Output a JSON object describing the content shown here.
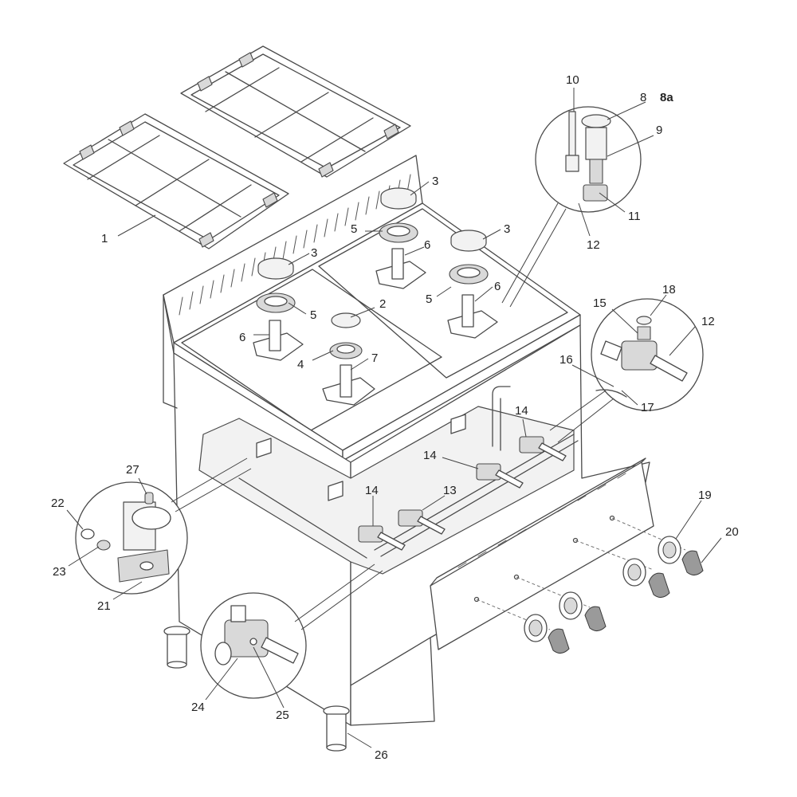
{
  "diagram": {
    "callouts": [
      {
        "id": "c1",
        "label": "1"
      },
      {
        "id": "c2",
        "label": "2"
      },
      {
        "id": "c3a",
        "label": "3"
      },
      {
        "id": "c3b",
        "label": "3"
      },
      {
        "id": "c3c",
        "label": "3"
      },
      {
        "id": "c4",
        "label": "4"
      },
      {
        "id": "c5a",
        "label": "5"
      },
      {
        "id": "c5b",
        "label": "5"
      },
      {
        "id": "c5c",
        "label": "5"
      },
      {
        "id": "c6a",
        "label": "6"
      },
      {
        "id": "c6b",
        "label": "6"
      },
      {
        "id": "c6c",
        "label": "6"
      },
      {
        "id": "c7",
        "label": "7"
      },
      {
        "id": "c8",
        "label": "8"
      },
      {
        "id": "c8a",
        "label": "8a"
      },
      {
        "id": "c9",
        "label": "9"
      },
      {
        "id": "c10",
        "label": "10"
      },
      {
        "id": "c11",
        "label": "11"
      },
      {
        "id": "c12a",
        "label": "12"
      },
      {
        "id": "c12b",
        "label": "12"
      },
      {
        "id": "c13",
        "label": "13"
      },
      {
        "id": "c14a",
        "label": "14"
      },
      {
        "id": "c14b",
        "label": "14"
      },
      {
        "id": "c14c",
        "label": "14"
      },
      {
        "id": "c15",
        "label": "15"
      },
      {
        "id": "c16",
        "label": "16"
      },
      {
        "id": "c17",
        "label": "17"
      },
      {
        "id": "c18",
        "label": "18"
      },
      {
        "id": "c19",
        "label": "19"
      },
      {
        "id": "c20",
        "label": "20"
      },
      {
        "id": "c21",
        "label": "21"
      },
      {
        "id": "c22",
        "label": "22"
      },
      {
        "id": "c23",
        "label": "23"
      },
      {
        "id": "c24",
        "label": "24"
      },
      {
        "id": "c25",
        "label": "25"
      },
      {
        "id": "c26",
        "label": "26"
      },
      {
        "id": "c27",
        "label": "27"
      }
    ]
  }
}
